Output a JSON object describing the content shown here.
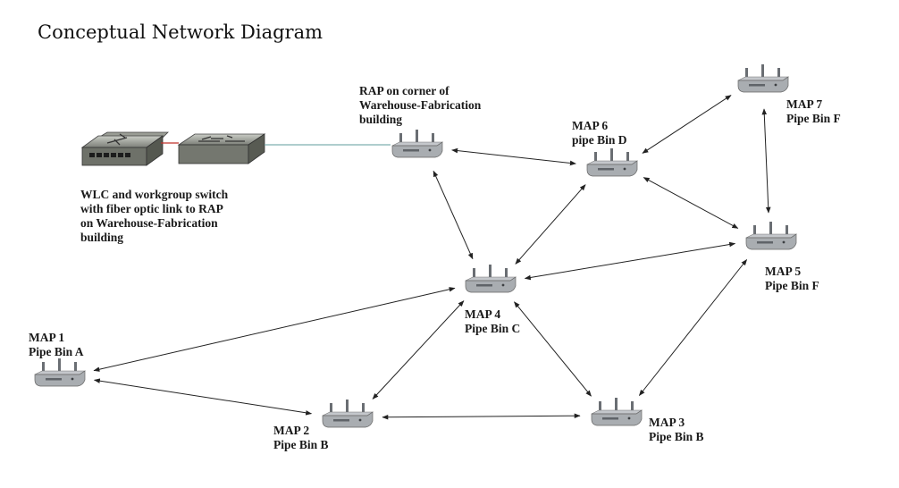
{
  "title": "Conceptual Network Diagram",
  "wlc_label": [
    "WLC and workgroup switch",
    "with fiber optic link to RAP",
    "on Warehouse-Fabrication",
    "building"
  ],
  "nodes": {
    "rap": {
      "lines": [
        "RAP on corner of",
        "Warehouse-Fabrication",
        "building"
      ]
    },
    "map6": {
      "lines": [
        "MAP 6",
        "pipe Bin D"
      ]
    },
    "map7": {
      "lines": [
        "MAP 7",
        "Pipe Bin F"
      ]
    },
    "map5": {
      "lines": [
        "MAP 5",
        "Pipe Bin F"
      ]
    },
    "map4": {
      "lines": [
        "MAP 4",
        "Pipe Bin C"
      ]
    },
    "map1": {
      "lines": [
        "MAP 1",
        "Pipe Bin A"
      ]
    },
    "map2": {
      "lines": [
        "MAP 2",
        "Pipe Bin B"
      ]
    },
    "map3": {
      "lines": [
        "MAP 3",
        "Pipe Bin B"
      ]
    }
  },
  "links": [
    [
      "rap",
      "map6"
    ],
    [
      "rap",
      "map4"
    ],
    [
      "map6",
      "map7"
    ],
    [
      "map6",
      "map4"
    ],
    [
      "map6",
      "map5"
    ],
    [
      "map7",
      "map5"
    ],
    [
      "map5",
      "map4"
    ],
    [
      "map5",
      "map3"
    ],
    [
      "map4",
      "map1"
    ],
    [
      "map4",
      "map2"
    ],
    [
      "map4",
      "map3"
    ],
    [
      "map1",
      "map2"
    ],
    [
      "map2",
      "map3"
    ]
  ],
  "colors": {
    "fiber": "#7fb0b0",
    "device_body": "#a9adb1",
    "device_dark": "#5f6368",
    "arrow": "#222222"
  }
}
